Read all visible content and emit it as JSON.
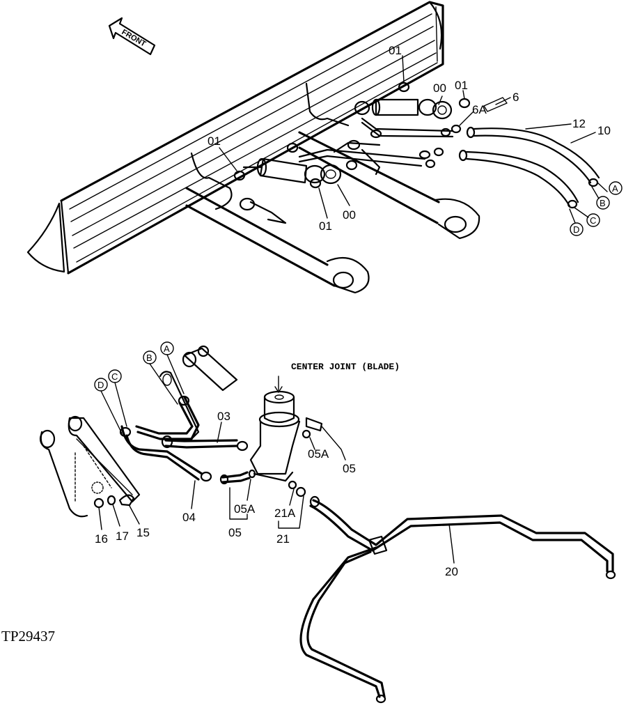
{
  "front_label": "FRONT",
  "center_joint_label": "CENTER JOINT (BLADE)",
  "figure_id": "TP29437",
  "callouts_top": {
    "c01_top": "01",
    "c00_upper": "00",
    "c01_upper_right": "01",
    "c6": "6",
    "c6A": "6A",
    "c12": "12",
    "c10": "10",
    "c01_left": "01",
    "c01_bottom": "01",
    "c00_bottom": "00",
    "cA": "A",
    "cB": "B",
    "cC": "C",
    "cD": "D"
  },
  "callouts_bottom": {
    "cA": "A",
    "cB": "B",
    "cC": "C",
    "cD": "D",
    "c03": "03",
    "c04": "04",
    "c05A_right": "05A",
    "c05_right": "05",
    "c05A_left": "05A",
    "c05_left": "05",
    "c21A": "21A",
    "c21": "21",
    "c20": "20",
    "c16": "16",
    "c17": "17",
    "c15": "15"
  }
}
